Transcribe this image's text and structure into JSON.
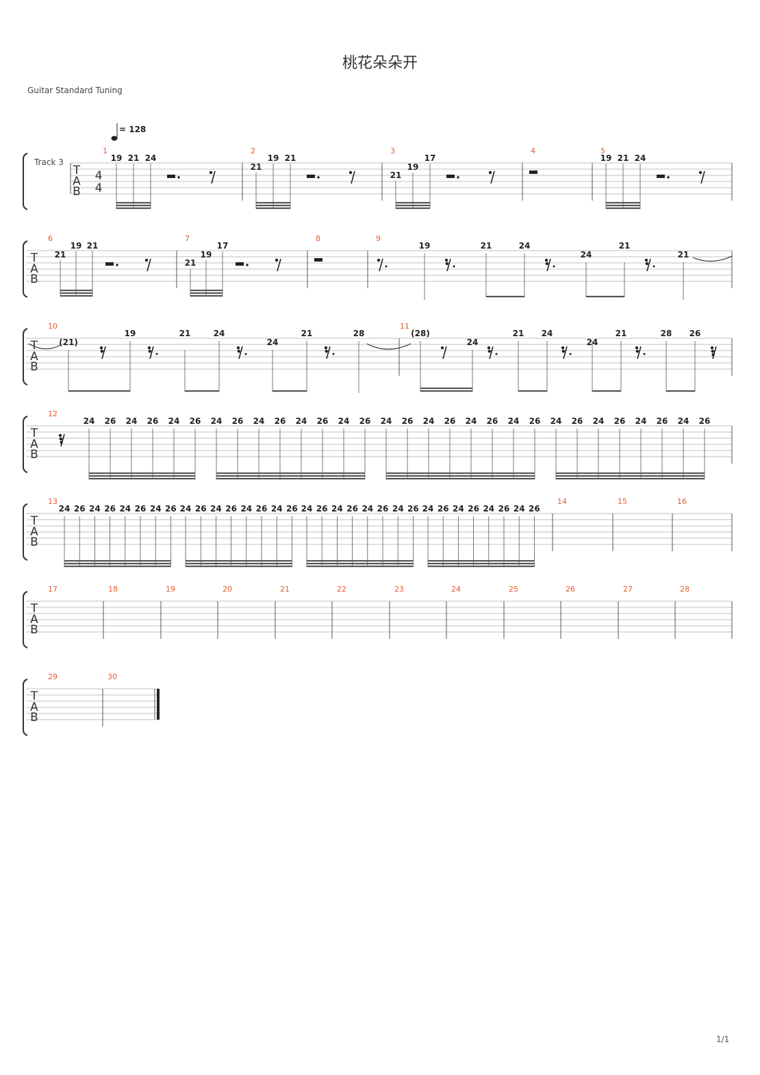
{
  "title": "桃花朵朵开",
  "subtitle": "Guitar Standard Tuning",
  "footer": "1/1",
  "track_name": "Track 3",
  "tempo": "= 128",
  "time_signature": [
    "4",
    "4"
  ],
  "tab_letters": [
    "T",
    "A",
    "B"
  ],
  "colors": {
    "measure_number": "#e8592a",
    "staff_line": "#999999",
    "text": "#222222"
  },
  "systems": [
    {
      "measures": [
        {
          "num": "1",
          "notes": [
            {
              "fret": "19",
              "row": "top"
            },
            {
              "fret": "21",
              "row": "top"
            },
            {
              "fret": "24",
              "row": "top"
            }
          ],
          "rests": [
            "half-dotted",
            "eighth"
          ]
        },
        {
          "num": "2",
          "notes": [
            {
              "fret": "21",
              "row": "low"
            },
            {
              "fret": "19",
              "row": "top"
            },
            {
              "fret": "21",
              "row": "top"
            }
          ],
          "rests": [
            "half-dotted",
            "eighth"
          ]
        },
        {
          "num": "3",
          "notes": [
            {
              "fret": "21",
              "row": "lower"
            },
            {
              "fret": "19",
              "row": "low"
            },
            {
              "fret": "17",
              "row": "top"
            }
          ],
          "rests": [
            "half-dotted",
            "eighth"
          ]
        },
        {
          "num": "4",
          "notes": [],
          "rests": [
            "whole"
          ]
        },
        {
          "num": "5",
          "notes": [
            {
              "fret": "19",
              "row": "top"
            },
            {
              "fret": "21",
              "row": "top"
            },
            {
              "fret": "24",
              "row": "top"
            }
          ],
          "rests": [
            "half-dotted",
            "eighth"
          ]
        }
      ]
    },
    {
      "measures": [
        {
          "num": "6",
          "notes": [
            {
              "fret": "21",
              "row": "low"
            },
            {
              "fret": "19",
              "row": "top"
            },
            {
              "fret": "21",
              "row": "top"
            }
          ],
          "rests": [
            "half-dotted",
            "eighth"
          ]
        },
        {
          "num": "7",
          "notes": [
            {
              "fret": "21",
              "row": "lower"
            },
            {
              "fret": "19",
              "row": "low"
            },
            {
              "fret": "17",
              "row": "top"
            }
          ],
          "rests": [
            "half-dotted",
            "eighth"
          ]
        },
        {
          "num": "8",
          "notes": [],
          "rests": [
            "whole"
          ]
        },
        {
          "num": "9",
          "notes": [
            {
              "fret": "19",
              "row": "top"
            },
            {
              "fret": "21",
              "row": "top"
            },
            {
              "fret": "24",
              "row": "top"
            },
            {
              "fret": "24",
              "row": "low"
            },
            {
              "fret": "21",
              "row": "top"
            },
            {
              "fret": "21",
              "row": "low"
            }
          ],
          "rests": [
            "dotted-eighth",
            "dotted-16th",
            "dotted-16th",
            "dotted-16th"
          ]
        }
      ]
    },
    {
      "measures": [
        {
          "num": "10",
          "notes": [
            {
              "fret": "(21)",
              "row": "low"
            },
            {
              "fret": "19",
              "row": "top"
            },
            {
              "fret": "21",
              "row": "top"
            },
            {
              "fret": "24",
              "row": "top"
            },
            {
              "fret": "24",
              "row": "low"
            },
            {
              "fret": "21",
              "row": "top"
            },
            {
              "fret": "28",
              "row": "top"
            }
          ],
          "rests": [
            "16th",
            "dotted-16th",
            "dotted-16th",
            "dotted-16th"
          ]
        },
        {
          "num": "11",
          "notes": [
            {
              "fret": "(28)",
              "row": "top"
            },
            {
              "fret": "24",
              "row": "low"
            },
            {
              "fret": "21",
              "row": "top"
            },
            {
              "fret": "24",
              "row": "top"
            },
            {
              "fret": "24",
              "row": "low"
            },
            {
              "fret": "21",
              "row": "top"
            },
            {
              "fret": "28",
              "row": "top"
            },
            {
              "fret": "26",
              "row": "top"
            }
          ],
          "rests": [
            "eighth",
            "dotted-16th",
            "dotted-16th",
            "dotted-16th",
            "32nd"
          ]
        }
      ]
    },
    {
      "measures": [
        {
          "num": "12",
          "frets": [
            "24",
            "26",
            "24",
            "26",
            "24",
            "26",
            "24",
            "26",
            "24",
            "26",
            "24",
            "26",
            "24",
            "26",
            "24",
            "26",
            "24",
            "26",
            "24",
            "26",
            "24",
            "26",
            "24",
            "26",
            "24",
            "26",
            "24",
            "26",
            "24",
            "26"
          ],
          "rests": [
            "32nd"
          ]
        }
      ]
    },
    {
      "measures": [
        {
          "num": "13",
          "frets": [
            "24",
            "26",
            "24",
            "26",
            "24",
            "26",
            "24",
            "26",
            "24",
            "26",
            "24",
            "26",
            "24",
            "26",
            "24",
            "26",
            "24",
            "26",
            "24",
            "26",
            "24",
            "26",
            "24",
            "26",
            "24",
            "26",
            "24",
            "26",
            "24",
            "26",
            "24",
            "26"
          ]
        },
        {
          "num": "14"
        },
        {
          "num": "15"
        },
        {
          "num": "16"
        }
      ]
    },
    {
      "measures": [
        {
          "num": "17"
        },
        {
          "num": "18"
        },
        {
          "num": "19"
        },
        {
          "num": "20"
        },
        {
          "num": "21"
        },
        {
          "num": "22"
        },
        {
          "num": "23"
        },
        {
          "num": "24"
        },
        {
          "num": "25"
        },
        {
          "num": "26"
        },
        {
          "num": "27"
        },
        {
          "num": "28"
        }
      ]
    },
    {
      "measures": [
        {
          "num": "29"
        },
        {
          "num": "30"
        }
      ]
    }
  ]
}
